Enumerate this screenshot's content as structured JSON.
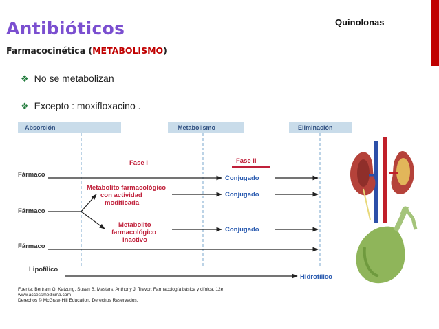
{
  "header": {
    "topic": "Quinolonas",
    "title": "Antibióticos",
    "subtitle_prefix": "Farmacocinética (",
    "subtitle_highlight": "METABOLISMO",
    "subtitle_suffix": ")"
  },
  "bullets": [
    "No se metabolizan",
    "Excepto : moxifloxacino ."
  ],
  "diagram": {
    "headers": [
      "Absorción",
      "Metabolismo",
      "Eliminación"
    ],
    "fase1": "Fase I",
    "fase2": "Fase II",
    "farmaco": "Fármaco",
    "conjugado": "Conjugado",
    "metab_mod": [
      "Metabolito farmacológico",
      "con actividad",
      "modificada"
    ],
    "metab_inact": [
      "Metabolito",
      "farmacológico",
      "inactivo"
    ],
    "lipofilico": "Lipofílico",
    "hidrofilico": "Hidrofílico",
    "citation": [
      "Fuente: Bertram G. Katzung, Susan B. Masters, Anthony J. Trevor: Farmacología básica y clínica, 12e:",
      "www.accessmedicina.com",
      "Derechos © McGraw-Hill Education. Derechos Reservados."
    ],
    "colors": {
      "header_bar": "#c9dcea",
      "red": "#c0203a",
      "blue": "#2a5bb0",
      "dashed": "#8fb6d6"
    }
  },
  "illustrations": [
    "kidney-illustration",
    "gallbladder-illustration"
  ]
}
